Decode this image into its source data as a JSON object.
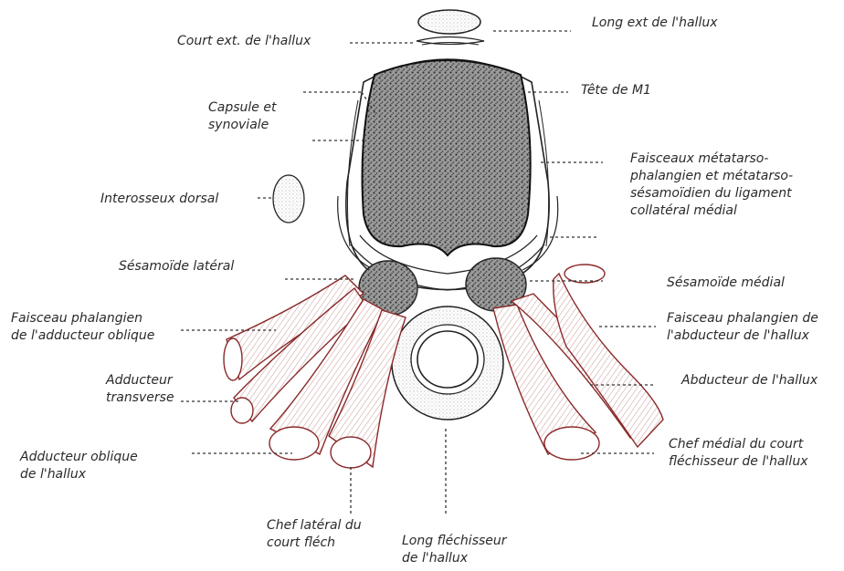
{
  "colors": {
    "ink": "#222222",
    "muscle": "#8a2a2a",
    "stipple": "#3a3a3a",
    "bone_fill": "#6e6e6e"
  },
  "labels": {
    "long_ext": [
      "Long ext de l'hallux"
    ],
    "court_ext": [
      "Court ext. de l'hallux"
    ],
    "tete_m1": [
      "Tête de M1"
    ],
    "capsule": [
      "Capsule et",
      "synoviale"
    ],
    "faisceaux": [
      "Faisceaux métatarso-",
      "phalangien et métatarso-",
      "sésamoïdien du ligament",
      "collatéral médial"
    ],
    "interosseux": [
      "Interosseux dorsal"
    ],
    "sesamoide_lat": [
      "Sésamoïde latéral"
    ],
    "sesamoide_med": [
      "Sésamoïde médial"
    ],
    "faisceau_add": [
      "Faisceau phalangien",
      "de l'adducteur oblique"
    ],
    "faisceau_abd": [
      "Faisceau phalangien de",
      "l'abducteur de l'hallux"
    ],
    "add_transverse": [
      "Adducteur",
      "transverse"
    ],
    "abd_hallux": [
      "Abducteur de l'hallux"
    ],
    "add_oblique": [
      "Adducteur oblique",
      "de l'hallux"
    ],
    "chef_medial": [
      "Chef médial du court",
      "fléchisseur de l'hallux"
    ],
    "chef_lateral": [
      "Chef latéral du",
      "court fléch"
    ],
    "long_flech": [
      "Long fléchisseur",
      "de l'hallux"
    ]
  }
}
